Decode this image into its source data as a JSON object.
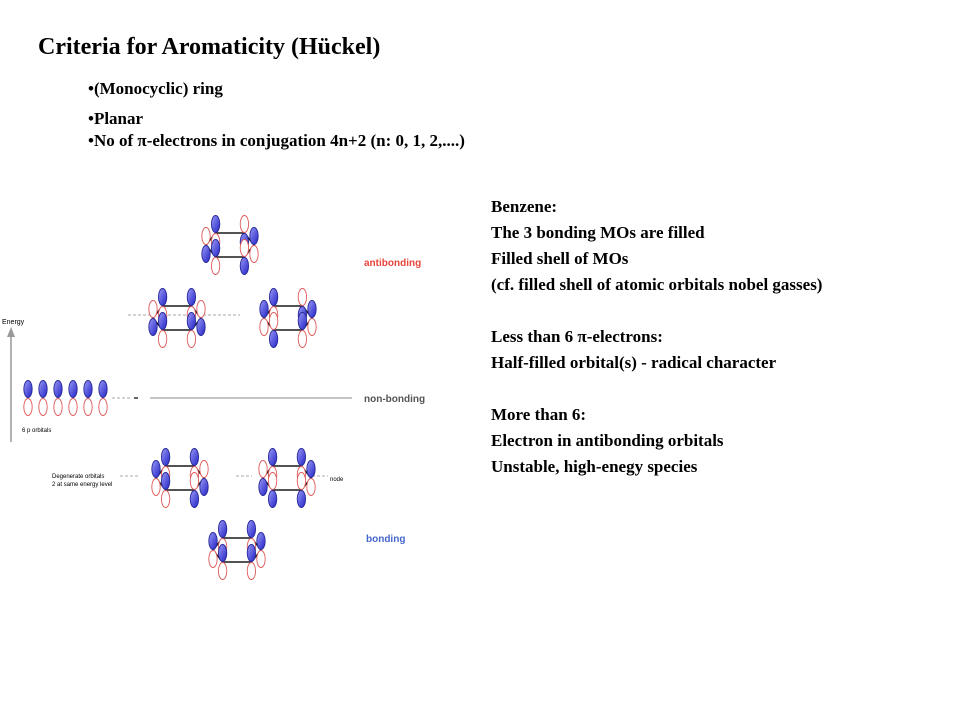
{
  "title": "Criteria for Aromaticity (Hückel)",
  "bullets": [
    "•(Monocyclic) ring",
    "•Planar",
    "•No of π-electrons in conjugation 4n+2 (n: 0, 1, 2,....)"
  ],
  "description": {
    "benzene_heading": "Benzene:",
    "benzene_lines": [
      "The 3 bonding MOs are filled",
      "Filled shell of MOs",
      "(cf. filled shell of atomic orbitals nobel gasses)"
    ],
    "less_heading": "Less than 6 π-electrons:",
    "less_lines": [
      "Half-filled orbital(s) - radical character"
    ],
    "more_heading": "More than 6:",
    "more_lines": [
      "Electron in antibonding orbitals",
      "Unstable, high-enegy species"
    ]
  },
  "diagram": {
    "energy_axis_label": "Energy",
    "p_orbitals_label": "6 p orbitals",
    "degenerate_label_line1": "Degenerate orbitals",
    "degenerate_label_line2": "2 at same energy level",
    "node_label": "node",
    "level_labels": {
      "antibonding": "antibonding",
      "nonbonding": "non-bonding",
      "bonding": "bonding"
    },
    "colors": {
      "level_label": "#e8453c",
      "lobe_filled": "#3b3bd6",
      "lobe_outline": "#e05a5a",
      "ring_line": "#1a1a1a"
    }
  }
}
